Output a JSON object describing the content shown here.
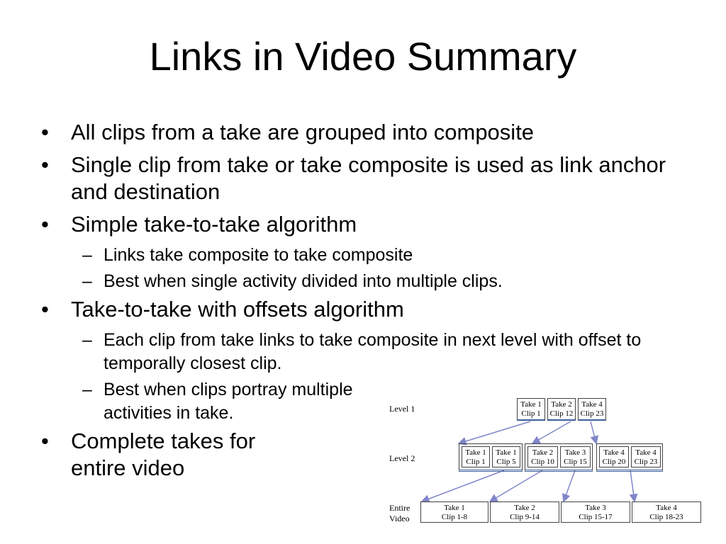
{
  "slide": {
    "title": "Links in Video Summary",
    "bullets": [
      "All clips from a take are grouped into composite",
      "Single clip from take or take composite is used as link anchor and destination",
      "Simple take-to-take algorithm",
      "Links take composite to take composite",
      "Best when single activity divided into multiple clips.",
      "Take-to-take with offsets algorithm",
      "Each clip from take links to take composite in next level with offset to temporally closest clip.",
      "Best when clips portray multiple activities in take.",
      "Complete takes for entire video"
    ],
    "bullet_mark": "•",
    "sub_mark": "–"
  },
  "diagram": {
    "level1_label": "Level 1",
    "level2_label": "Level 2",
    "entire_label_1": "Entire",
    "entire_label_2": "Video",
    "level1": [
      {
        "take": "Take 1",
        "clip": "Clip 1"
      },
      {
        "take": "Take 2",
        "clip": "Clip 12"
      },
      {
        "take": "Take 4",
        "clip": "Clip 23"
      }
    ],
    "level2": [
      {
        "take": "Take 1",
        "clip": "Clip 1"
      },
      {
        "take": "Take 1",
        "clip": "Clip 5"
      },
      {
        "take": "Take 2",
        "clip": "Clip 10"
      },
      {
        "take": "Take 3",
        "clip": "Clip 15"
      },
      {
        "take": "Take 4",
        "clip": "Clip 20"
      },
      {
        "take": "Take 4",
        "clip": "Clip 23"
      }
    ],
    "entire": [
      {
        "take": "Take 1",
        "clip": "Clip 1-8"
      },
      {
        "take": "Take 2",
        "clip": "Clip 9-14"
      },
      {
        "take": "Take 3",
        "clip": "Clip 15-17"
      },
      {
        "take": "Take 4",
        "clip": "Clip 18-23"
      }
    ],
    "link_color": "#7f86c8"
  }
}
